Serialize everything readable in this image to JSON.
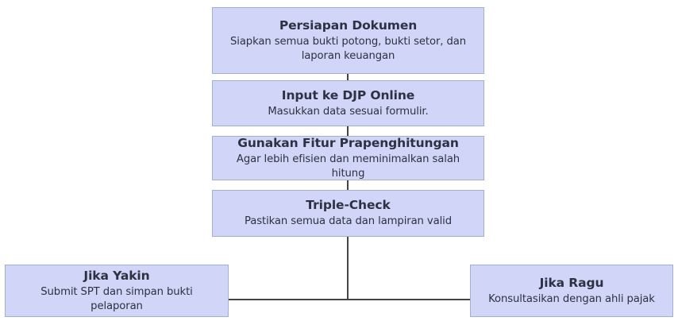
{
  "diagram": {
    "type": "flowchart",
    "direction": "top-to-bottom",
    "colors": {
      "node_fill": "#d1d6f8",
      "node_border": "#9fb0d0",
      "text": "#2d3142",
      "connector": "#444444",
      "background": "#ffffff"
    },
    "nodes": [
      {
        "id": "persiapan-dokumen",
        "title": "Persiapan Dokumen",
        "desc": "Siapkan semua bukti potong, bukti setor, dan laporan keuangan"
      },
      {
        "id": "input-djp-online",
        "title": "Input ke DJP Online",
        "desc": "Masukkan data sesuai formulir."
      },
      {
        "id": "fitur-prapenghitungan",
        "title": "Gunakan Fitur Prapenghitungan",
        "desc": "Agar lebih efisien dan meminimalkan salah hitung"
      },
      {
        "id": "triple-check",
        "title": "Triple-Check",
        "desc": "Pastikan semua data dan lampiran valid"
      },
      {
        "id": "jika-yakin",
        "title": "Jika Yakin",
        "desc": "Submit SPT dan simpan bukti pelaporan"
      },
      {
        "id": "jika-ragu",
        "title": "Jika Ragu",
        "desc": "Konsultasikan dengan ahli pajak"
      }
    ],
    "edges": [
      {
        "from": "persiapan-dokumen",
        "to": "input-djp-online",
        "label": ""
      },
      {
        "from": "input-djp-online",
        "to": "fitur-prapenghitungan",
        "label": ""
      },
      {
        "from": "fitur-prapenghitungan",
        "to": "triple-check",
        "label": ""
      },
      {
        "from": "triple-check",
        "to": "jika-yakin",
        "label": ""
      },
      {
        "from": "triple-check",
        "to": "jika-ragu",
        "label": ""
      }
    ]
  }
}
